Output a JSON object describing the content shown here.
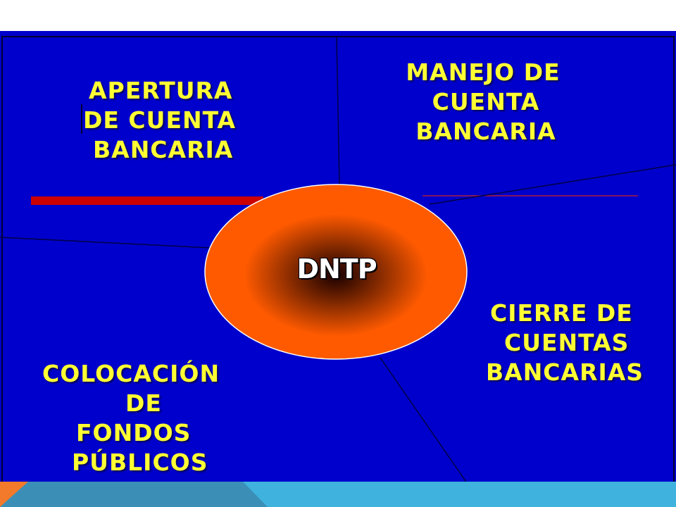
{
  "center": {
    "label": "DNTP"
  },
  "quadrants": {
    "apertura": [
      "APERTURA",
      "DE CUENTA",
      "BANCARIA"
    ],
    "manejo": [
      "MANEJO DE",
      "CUENTA",
      "BANCARIA"
    ],
    "cierre": [
      "CIERRE DE",
      "CUENTAS",
      "BANCARIAS"
    ],
    "colocacion": [
      "COLOCACIÓN",
      "DE",
      "FONDOS",
      "PÚBLICOS"
    ]
  },
  "colors": {
    "panel_background": "#0000cc",
    "text_yellow": "#ffff33",
    "ellipse_fill": "#ff5a00",
    "red_bar": "#cc0000",
    "footer_orange": "#f27a2a",
    "footer_blue_dark": "#3b8fb6",
    "footer_blue_light": "#3fb2de"
  }
}
